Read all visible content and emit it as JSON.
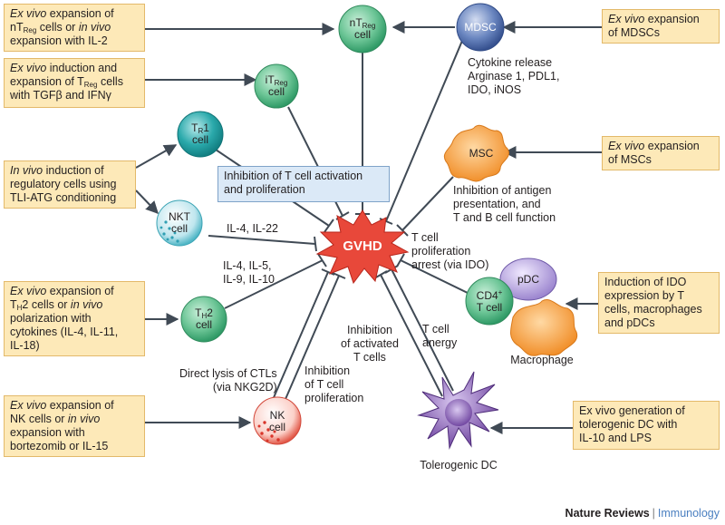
{
  "center": {
    "label": "GVHD"
  },
  "inhibition_box": {
    "line1": "Inhibition of T cell activation",
    "line2": "and proliferation"
  },
  "cells": {
    "ntreg": {
      "main": "nT",
      "sub": "Reg",
      "line2": "cell"
    },
    "itreg": {
      "main": "iT",
      "sub": "Reg",
      "line2": "cell"
    },
    "tr1": {
      "main": "T",
      "sub": "R",
      "suffix": "1",
      "line2": "cell"
    },
    "nkt": {
      "line1": "NKT",
      "line2": "cell"
    },
    "th2": {
      "main": "T",
      "sub": "H",
      "suffix": "2",
      "line2": "cell"
    },
    "nk": {
      "line1": "NK",
      "line2": "cell"
    },
    "mdsc": {
      "line1": "MDSC"
    },
    "msc": {
      "line1": "MSC"
    },
    "pdc": {
      "line1": "pDC"
    },
    "cd4": {
      "line1": "CD4",
      "sup": "+",
      "line2": "T cell"
    },
    "macrophage": {
      "caption": "Macrophage"
    },
    "tolerogenic_dc": {
      "caption": "Tolerogenic DC"
    }
  },
  "left_boxes": {
    "b1": {
      "italic1": "Ex vivo",
      "t1": " expansion of",
      "t2a": "nT",
      "t2sub": "Reg",
      "t2b": " cells or ",
      "italic2": "in vivo",
      "t3": "expansion with IL-2"
    },
    "b2": {
      "italic1": "Ex vivo",
      "t1": " induction and",
      "t2a": "expansion of T",
      "t2sub": "Reg",
      "t2b": " cells",
      "t3": "with TGFβ and IFNγ"
    },
    "b3": {
      "italic1": "In vivo",
      "t1": " induction of",
      "t2": "regulatory cells using",
      "t3": "TLI-ATG conditioning"
    },
    "b4": {
      "italic1": "Ex vivo",
      "t1": " expansion of",
      "t2a": "T",
      "t2sub": "H",
      "t2b": "2 cells or ",
      "italic2": "in vivo",
      "t3": "polarization with",
      "t4": "cytokines (IL-4, IL-11,",
      "t5": "IL-18)"
    },
    "b5": {
      "italic1": "Ex vivo",
      "t1": " expansion of",
      "t2a": "NK cells or ",
      "italic2": "in vivo",
      "t3": "expansion with",
      "t4": "bortezomib or IL-15"
    }
  },
  "right_boxes": {
    "b1": {
      "italic1": "Ex vivo",
      "t1": " expansion",
      "t2": "of MDSCs"
    },
    "b2": {
      "italic1": "Ex vivo",
      "t1": " expansion",
      "t2": "of MSCs"
    },
    "b3": {
      "t1": "Induction of IDO",
      "t2": "expression by T",
      "t3": "cells, macrophages",
      "t4": "and pDCs"
    },
    "b4": {
      "t1": "Ex vivo generation of",
      "t2": "tolerogenic DC with",
      "t3": "IL-10 and LPS"
    }
  },
  "labels": {
    "cytokine": [
      "Cytokine release",
      "Arginase 1, PDL1,",
      "IDO, iNOS"
    ],
    "msc_inhib": [
      "Inhibition of antigen",
      "presentation, and",
      "T and B cell function"
    ],
    "tcell_arrest": [
      "T cell",
      "proliferation",
      "arrest (via IDO)"
    ],
    "il4_il22": "IL-4, IL-22",
    "il_group": [
      "IL-4, IL-5,",
      "IL-9, IL-10"
    ],
    "inhib_activated": [
      "Inhibition",
      "of activated",
      "T cells"
    ],
    "anergy": [
      "T cell",
      "anergy"
    ],
    "direct_lysis": [
      "Direct lysis of CTLs",
      "(via NKG2D)"
    ],
    "inhib_prolif": [
      "Inhibition",
      "of T cell",
      "proliferation"
    ]
  },
  "footer": {
    "journal": "Nature Reviews",
    "separator": "|",
    "section": "Immunology"
  },
  "colors": {
    "box_fill": "#fde9b8",
    "box_border": "#e3b96a",
    "treg_green": "#5cb989",
    "teal": "#1f9b9b",
    "nk_red": "#e0463b",
    "mdsc_blue": "#4d6aa8",
    "msc_orange": "#f39a3c",
    "dc_purple": "#7a4fa8",
    "gvhd_red": "#e8483a",
    "arrow": "#404a55"
  }
}
